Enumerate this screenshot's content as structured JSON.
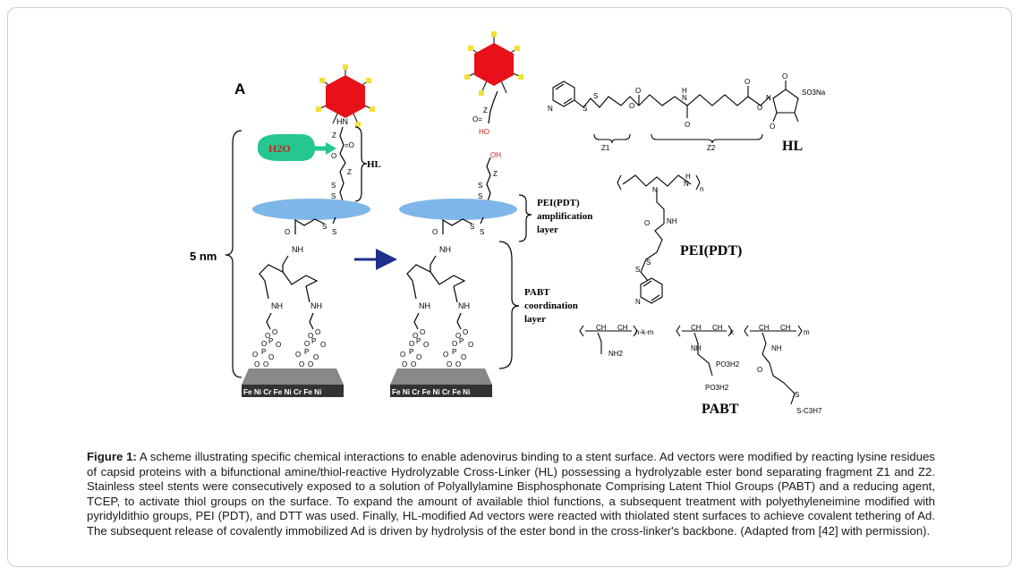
{
  "panel_label": "A",
  "scale_label": "5 nm",
  "water_label": "H2O",
  "hl_bracket_label": "HL",
  "pei_layer_label": [
    "PEI(PDT)",
    "amplification",
    "layer"
  ],
  "pabt_layer_label": [
    "PABT",
    "coordination",
    "layer"
  ],
  "substrate_text": "Fe Ni Cr Fe Ni Cr Fe Ni",
  "colors": {
    "adenovirus": "#e8111a",
    "spikes": "#f2e03a",
    "water_blob": "#25c78f",
    "water_text": "#d42020",
    "disk": "#7fb6ea",
    "arrow": "#1f2f8c"
  },
  "chem": {
    "hl": {
      "title": "HL",
      "z1": "Z1",
      "z2": "Z2",
      "so3na": "SO3Na"
    },
    "pei": {
      "title": "PEI(PDT)",
      "n": "n"
    },
    "pabt": {
      "title": "PABT",
      "nkm": "n-k-m",
      "k": "k",
      "m": "m",
      "nh2": "NH2",
      "po3h2": "PO3H2",
      "sc3h7": "S-C3H7"
    }
  },
  "caption": {
    "label": "Figure 1:",
    "text": "A scheme illustrating specific chemical interactions to enable adenovirus binding to a stent surface. Ad vectors were modified by reacting lysine residues of capsid proteins with a bifunctional amine/thiol-reactive Hydrolyzable Cross-Linker (HL) possessing a hydrolyzable ester bond separating fragment Z1 and Z2. Stainless steel stents were consecutively exposed to a solution of Polyallylamine Bisphosphonate Comprising Latent Thiol Groups (PABT) and a reducing agent, TCEP, to activate thiol groups on the surface. To expand the amount of available thiol functions, a subsequent treatment with polyethyleneimine modified with pyridyldithio groups, PEI (PDT), and DTT was used. Finally, HL-modified Ad vectors were reacted with thiolated stent surfaces to achieve covalent tethering of Ad. The subsequent release of covalently immobilized Ad is driven by hydrolysis of the ester bond in the cross-linker's backbone. (Adapted from [42] with permission)."
  }
}
